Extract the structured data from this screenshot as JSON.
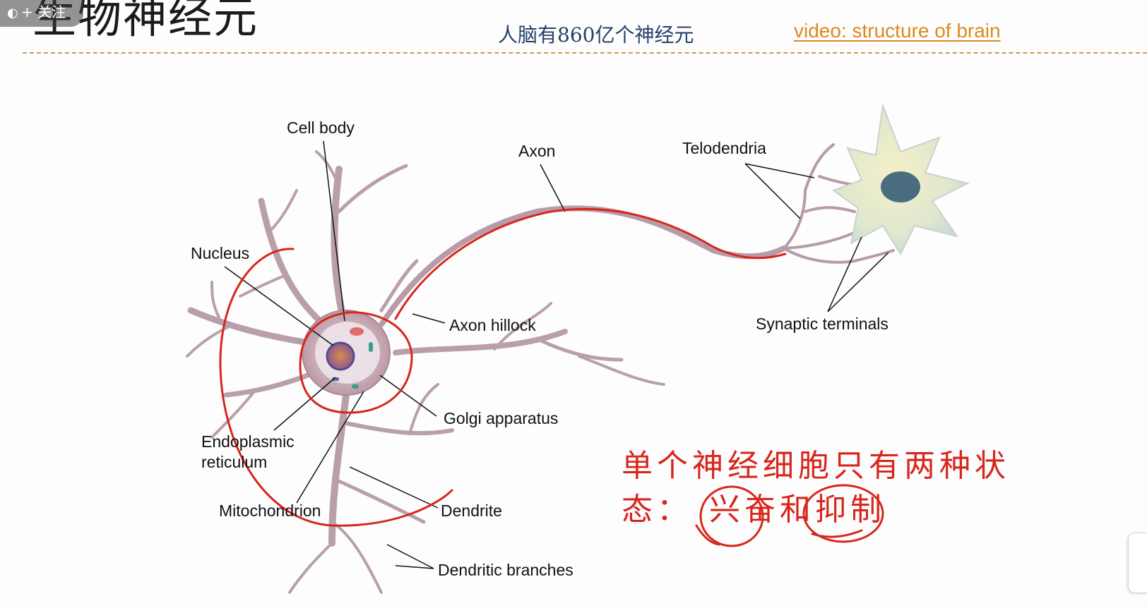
{
  "header": {
    "title": "生物神经元",
    "follow_badge": "+ 关注",
    "subtitle": "人脑有860亿个神经元",
    "video_link": "video: structure of brain"
  },
  "diagram": {
    "labels": {
      "cell_body": "Cell body",
      "axon": "Axon",
      "telodendria": "Telodendria",
      "nucleus": "Nucleus",
      "axon_hillock": "Axon hillock",
      "synaptic_terminals": "Synaptic terminals",
      "golgi": "Golgi apparatus",
      "er": "Endoplasmic\nreticulum",
      "mitochondrion": "Mitochondrion",
      "dendrite": "Dendrite",
      "dendritic_branches": "Dendritic branches"
    }
  },
  "annotation": {
    "line1": "单个神经细胞只有两种状",
    "line2_prefix": "态：",
    "word_excited": "兴奋",
    "conj": "和",
    "word_inhibited": "抑制"
  },
  "colors": {
    "accent_red": "#d8261c",
    "link_orange": "#d98b1e",
    "subtitle_blue": "#27406b",
    "neuron": "#b39aa6"
  }
}
